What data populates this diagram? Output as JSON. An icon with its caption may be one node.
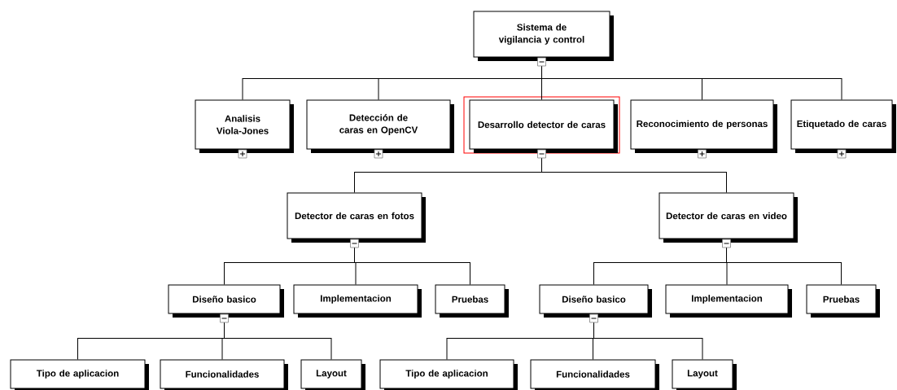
{
  "diagram": {
    "nodes": [
      {
        "text": [
          "Sistema de vigilancia y control"
        ]
      },
      {
        "text": [
          "Analisis Viola-Jones"
        ]
      },
      {
        "text": [
          "Detección de caras en OpenCV"
        ]
      },
      {
        "text": [
          "Desarrollo detector de caras"
        ]
      },
      {
        "text": [
          "Reconocimiento de personas"
        ]
      },
      {
        "text": [
          "Etiquetado de caras"
        ]
      },
      {
        "text": [
          "Detector de caras en fotos"
        ]
      },
      {
        "text": [
          "Detector de caras en video"
        ]
      },
      {
        "text": [
          "Diseño basico"
        ]
      },
      {
        "text": [
          "Implementacion"
        ]
      },
      {
        "text": [
          "Pruebas"
        ]
      },
      {
        "text": [
          "Diseño basico"
        ]
      },
      {
        "text": [
          "Implementacion"
        ]
      },
      {
        "text": [
          "Pruebas"
        ]
      },
      {
        "text": [
          "Tipo de aplicacion"
        ]
      },
      {
        "text": [
          "Funcionalidades"
        ]
      },
      {
        "text": [
          "Layout"
        ]
      },
      {
        "text": [
          "Tipo de aplicacion"
        ]
      },
      {
        "text": [
          "Funcionalidades"
        ]
      },
      {
        "text": [
          "Layout"
        ]
      }
    ],
    "edges": [
      {
        "from": 0,
        "to": 1,
        "arrow": "none"
      },
      {
        "from": 0,
        "to": 2,
        "arrow": "none"
      },
      {
        "from": 0,
        "to": 3,
        "arrow": "none"
      },
      {
        "from": 0,
        "to": 4,
        "arrow": "none"
      },
      {
        "from": 0,
        "to": 5,
        "arrow": "none"
      },
      {
        "from": 3,
        "to": 6,
        "arrow": "none"
      },
      {
        "from": 3,
        "to": 7,
        "arrow": "none"
      },
      {
        "from": 6,
        "to": 8,
        "arrow": "none"
      },
      {
        "from": 6,
        "to": 9,
        "arrow": "none"
      },
      {
        "from": 6,
        "to": 10,
        "arrow": "none"
      },
      {
        "from": 7,
        "to": 11,
        "arrow": "none"
      },
      {
        "from": 7,
        "to": 12,
        "arrow": "none"
      },
      {
        "from": 7,
        "to": 13,
        "arrow": "none"
      },
      {
        "from": 8,
        "to": 14,
        "arrow": "none"
      },
      {
        "from": 8,
        "to": 15,
        "arrow": "none"
      },
      {
        "from": 8,
        "to": 16,
        "arrow": "none"
      },
      {
        "from": 11,
        "to": 17,
        "arrow": "none"
      },
      {
        "from": 11,
        "to": 18,
        "arrow": "none"
      },
      {
        "from": 11,
        "to": 19,
        "arrow": "none"
      }
    ]
  }
}
